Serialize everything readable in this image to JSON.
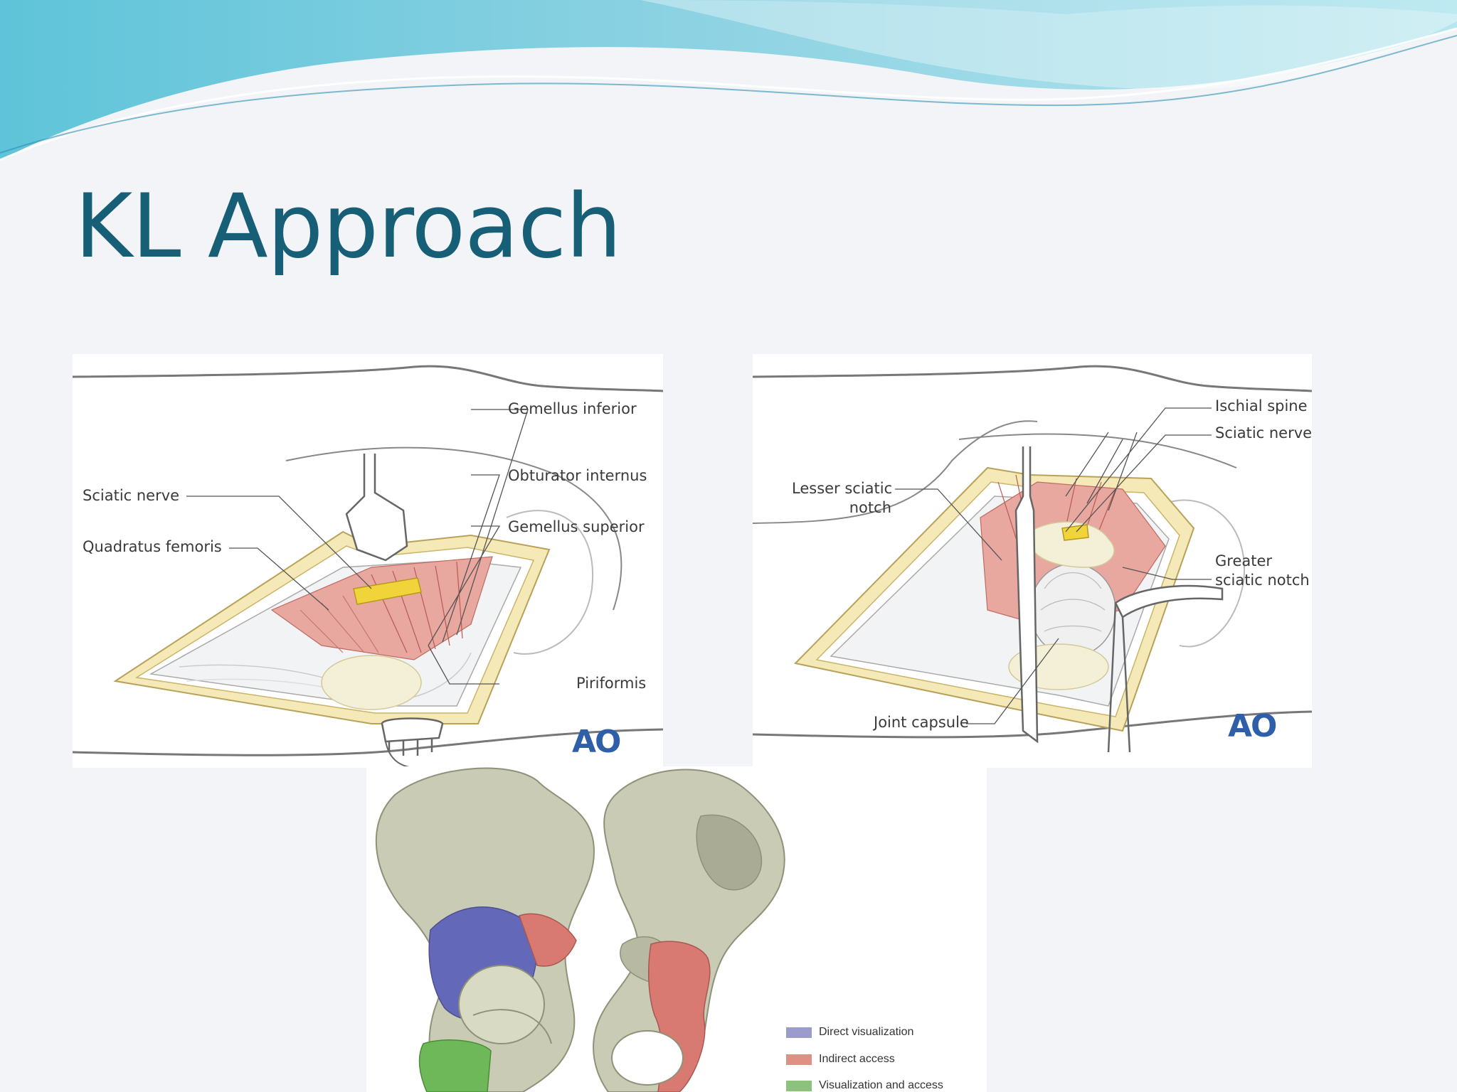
{
  "slide": {
    "title": "KL Approach"
  },
  "figure_left": {
    "labels": {
      "gemellus_inferior": "Gemellus inferior",
      "obturator_internus": "Obturator internus",
      "gemellus_superior": "Gemellus superior",
      "sciatic_nerve": "Sciatic nerve",
      "quadratus_femoris": "Quadratus femoris",
      "piriformis": "Piriformis"
    },
    "logo": "AO"
  },
  "figure_right": {
    "labels": {
      "ischial_spine": "Ischial spine",
      "sciatic_nerve": "Sciatic nerve",
      "lesser_sciatic_notch_1": "Lesser sciatic",
      "lesser_sciatic_notch_2": "notch",
      "greater_sciatic_notch_1": "Greater",
      "greater_sciatic_notch_2": "sciatic notch",
      "joint_capsule": "Joint capsule"
    },
    "logo": "AO"
  },
  "figure_bottom": {
    "legend": [
      {
        "label": "Direct visualization",
        "color": "#9b9ccb"
      },
      {
        "label": "Indirect access",
        "color": "#e08f84"
      },
      {
        "label": "Visualization and access",
        "color": "#8dc27c"
      }
    ]
  },
  "colors": {
    "title": "#175f77",
    "wave_light": "#7fd0df",
    "wave_dark": "#3aa5c3"
  }
}
